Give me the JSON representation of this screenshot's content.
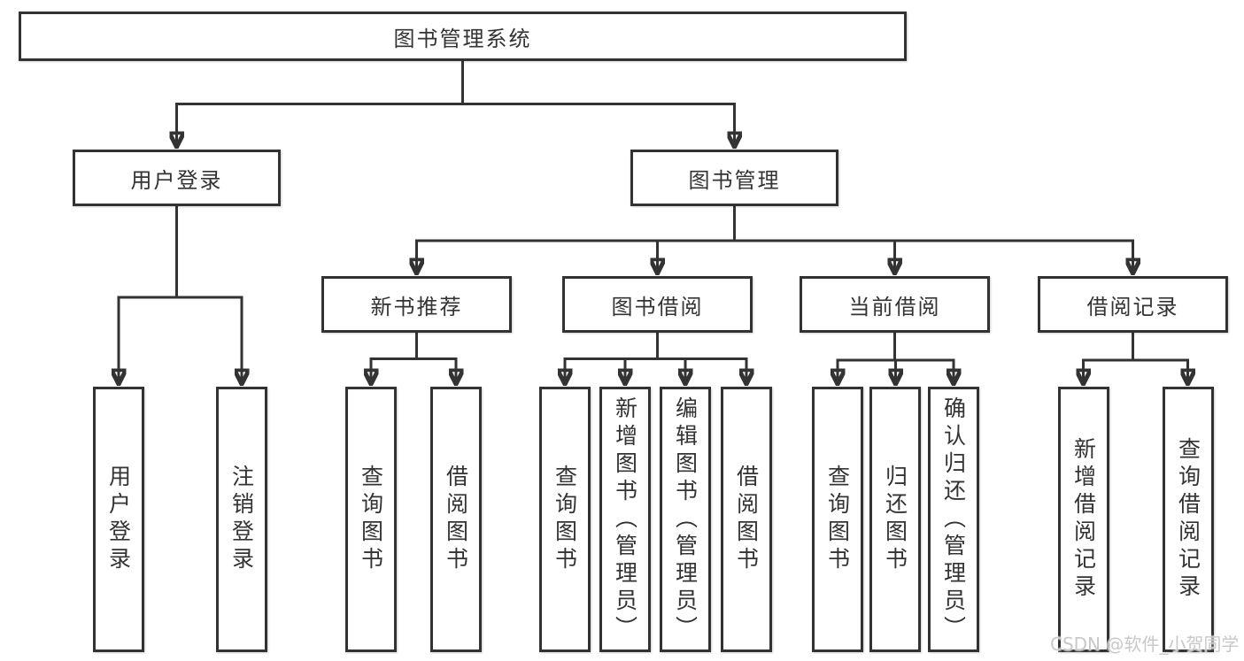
{
  "tree": {
    "root": {
      "label": "图书管理系统"
    },
    "branches": [
      {
        "label": "用户登录",
        "children": [
          {
            "label": "用户登录"
          },
          {
            "label": "注销登录"
          }
        ]
      },
      {
        "label": "图书管理",
        "children": [
          {
            "label": "新书推荐",
            "children": [
              {
                "label": "查询图书"
              },
              {
                "label": "借阅图书"
              }
            ]
          },
          {
            "label": "图书借阅",
            "children": [
              {
                "label": "查询图书"
              },
              {
                "label": "新增图书（管理员）"
              },
              {
                "label": "编辑图书（管理员）"
              },
              {
                "label": "借阅图书"
              }
            ]
          },
          {
            "label": "当前借阅",
            "children": [
              {
                "label": "查询图书"
              },
              {
                "label": "归还图书"
              },
              {
                "label": "确认归还（管理员）"
              }
            ]
          },
          {
            "label": "借阅记录",
            "children": [
              {
                "label": "新增借阅记录"
              },
              {
                "label": "查询借阅记录"
              }
            ]
          }
        ]
      }
    ]
  },
  "watermark": {
    "text": "CSDN @软件_小贺同学",
    "color": "#c8c8c8"
  },
  "colors": {
    "line": "#333333",
    "box_border": "#323232",
    "text": "#333333",
    "background": "#ffffff"
  }
}
